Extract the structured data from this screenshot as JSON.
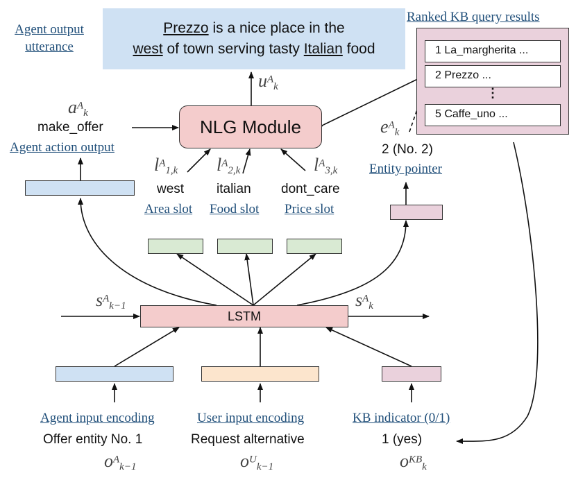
{
  "output_utterance": {
    "label": "Agent output utterance",
    "parts": [
      {
        "text": "Prezzo",
        "underline": true
      },
      {
        "text": " is a nice place in the",
        "underline": false
      },
      {
        "text": "\n",
        "underline": false
      },
      {
        "text": "west",
        "underline": true
      },
      {
        "text": " of town serving tasty ",
        "underline": false
      },
      {
        "text": "Italian",
        "underline": true
      },
      {
        "text": " food",
        "underline": false
      }
    ]
  },
  "kb": {
    "title": "Ranked KB query results",
    "results": [
      "1  La_margherita ...",
      "2  Prezzo ...",
      "5  Caffe_uno ..."
    ],
    "ellipsis": "⋮"
  },
  "nlg": {
    "label": "NLG Module",
    "u": {
      "base": "u",
      "sup": "A",
      "sub": "k"
    }
  },
  "action": {
    "var": {
      "base": "a",
      "sup": "A",
      "sub": "k"
    },
    "value": "make_offer",
    "label": "Agent action output"
  },
  "entity": {
    "var": {
      "base": "e",
      "sup": "A",
      "sub": "k"
    },
    "value": "2 (No. 2)",
    "label": "Entity pointer"
  },
  "slots": [
    {
      "var": {
        "base": "l",
        "sup": "A",
        "sub": "1,k"
      },
      "value": "west",
      "label": "Area slot"
    },
    {
      "var": {
        "base": "l",
        "sup": "A",
        "sub": "2,k"
      },
      "value": "italian",
      "label": "Food slot"
    },
    {
      "var": {
        "base": "l",
        "sup": "A",
        "sub": "3,k"
      },
      "value": "dont_care",
      "label": "Price slot"
    }
  ],
  "lstm": {
    "label": "LSTM",
    "s_prev": {
      "base": "s",
      "sup": "A",
      "sub": "k−1"
    },
    "s_next": {
      "base": "s",
      "sup": "A",
      "sub": "k"
    }
  },
  "inputs": [
    {
      "label": "Agent input encoding",
      "value": "Offer entity No. 1",
      "var": {
        "base": "o",
        "sup": "A",
        "sub": "k−1"
      },
      "color": "#cfe1f3"
    },
    {
      "label": "User input encoding",
      "value": "Request alternative",
      "var": {
        "base": "o",
        "sup": "U",
        "sub": "k−1"
      },
      "color": "#fce5cd"
    },
    {
      "label": "KB indicator (0/1)",
      "value": "1 (yes)",
      "var": {
        "base": "o",
        "sup": "KB",
        "sub": "k"
      },
      "color": "#ead1dc"
    }
  ]
}
